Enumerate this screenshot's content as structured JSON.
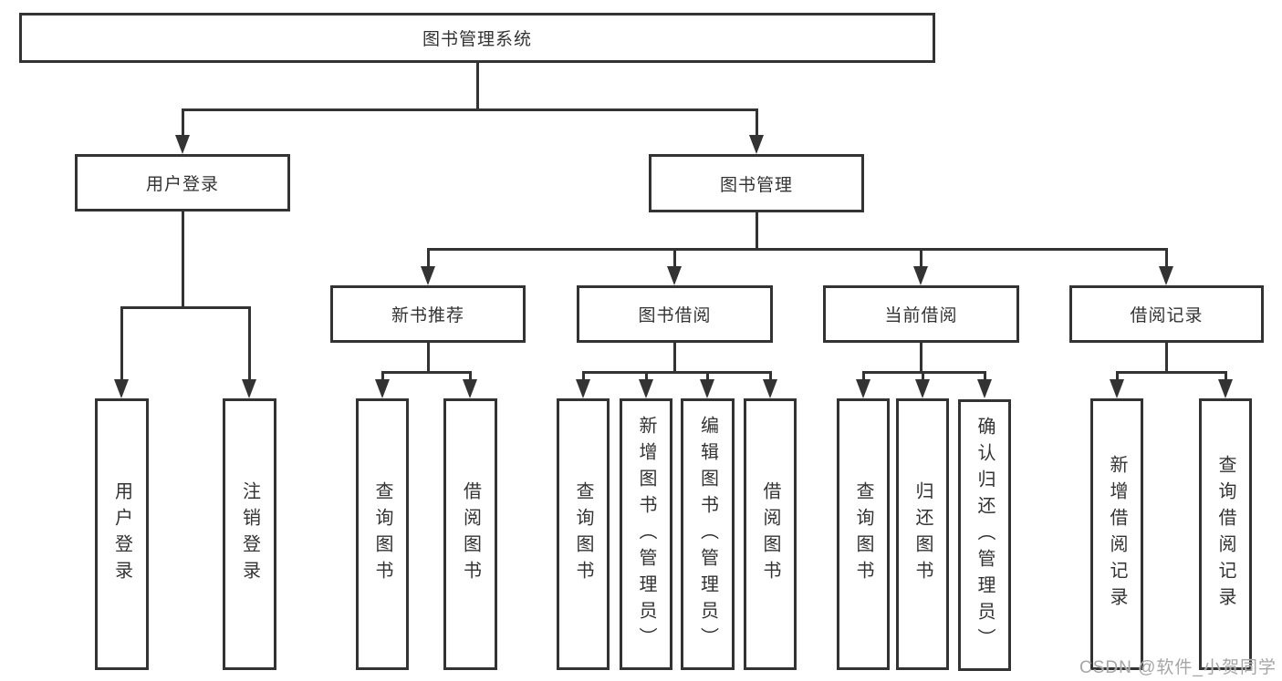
{
  "diagram": {
    "title": "图书管理系统",
    "root": {
      "label": "图书管理系统"
    },
    "level2": [
      {
        "label": "用户登录"
      },
      {
        "label": "图书管理"
      }
    ],
    "level3": [
      {
        "label": "新书推荐"
      },
      {
        "label": "图书借阅"
      },
      {
        "label": "当前借阅"
      },
      {
        "label": "借阅记录"
      }
    ],
    "leaves": [
      {
        "label": "用户登录",
        "parent": "用户登录"
      },
      {
        "label": "注销登录",
        "parent": "用户登录"
      },
      {
        "label": "查询图书",
        "parent": "新书推荐"
      },
      {
        "label": "借阅图书",
        "parent": "新书推荐"
      },
      {
        "label": "查询图书",
        "parent": "图书借阅"
      },
      {
        "label": "新增图书（管理员）",
        "parent": "图书借阅"
      },
      {
        "label": "编辑图书（管理员）",
        "parent": "图书借阅"
      },
      {
        "label": "借阅图书",
        "parent": "图书借阅"
      },
      {
        "label": "查询图书",
        "parent": "当前借阅"
      },
      {
        "label": "归还图书",
        "parent": "当前借阅"
      },
      {
        "label": "确认归还（管理员）",
        "parent": "当前借阅"
      },
      {
        "label": "新增借阅记录",
        "parent": "借阅记录"
      },
      {
        "label": "查询借阅记录",
        "parent": "借阅记录"
      }
    ]
  },
  "icons": {
    "arrowhead_down": "css-triangle-down"
  },
  "colors": {
    "line": "#333333",
    "box_border": "#333333",
    "text": "#333333",
    "background": "#ffffff",
    "watermark": "#a6a6a6"
  },
  "watermark": {
    "text": "CSDN @软件_小贺同学"
  }
}
